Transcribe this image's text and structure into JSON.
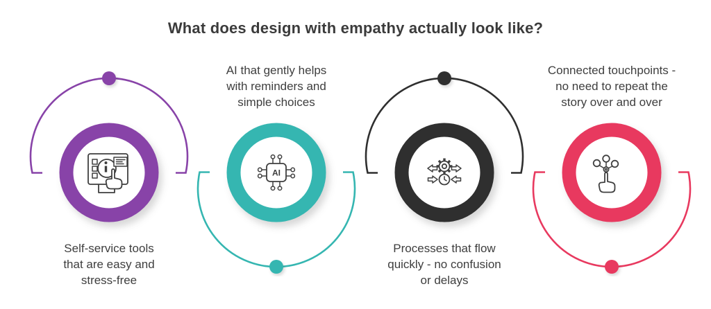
{
  "title": "What does design with empathy actually look like?",
  "colors": {
    "purple": "#8843A8",
    "teal": "#35B6B1",
    "dark": "#2F2F2F",
    "pink": "#E8395F",
    "text": "#3E3E3E",
    "icon_stroke": "#3F3F3F",
    "background": "#FFFFFF"
  },
  "items": [
    {
      "name": "self-service",
      "accent": "#8843A8",
      "arc_position": "top",
      "caption_position": "below",
      "icon": "kiosk-info-icon",
      "lines": [
        "Self-service tools",
        "that are easy and",
        "stress-free"
      ]
    },
    {
      "name": "ai-assist",
      "accent": "#35B6B1",
      "arc_position": "bottom",
      "caption_position": "above",
      "icon": "ai-chip-icon",
      "icon_label": "AI",
      "lines": [
        "AI that gently helps",
        "with reminders and",
        "simple choices"
      ]
    },
    {
      "name": "processes",
      "accent": "#2F2F2F",
      "arc_position": "top",
      "caption_position": "below",
      "icon": "gear-clock-arrows-icon",
      "lines": [
        "Processes that flow",
        "quickly - no confusion",
        "or delays"
      ]
    },
    {
      "name": "touchpoints",
      "accent": "#E8395F",
      "arc_position": "bottom",
      "caption_position": "above",
      "icon": "touch-network-icon",
      "lines": [
        "Connected touchpoints -",
        "no need to repeat the",
        "story over and over"
      ]
    }
  ]
}
